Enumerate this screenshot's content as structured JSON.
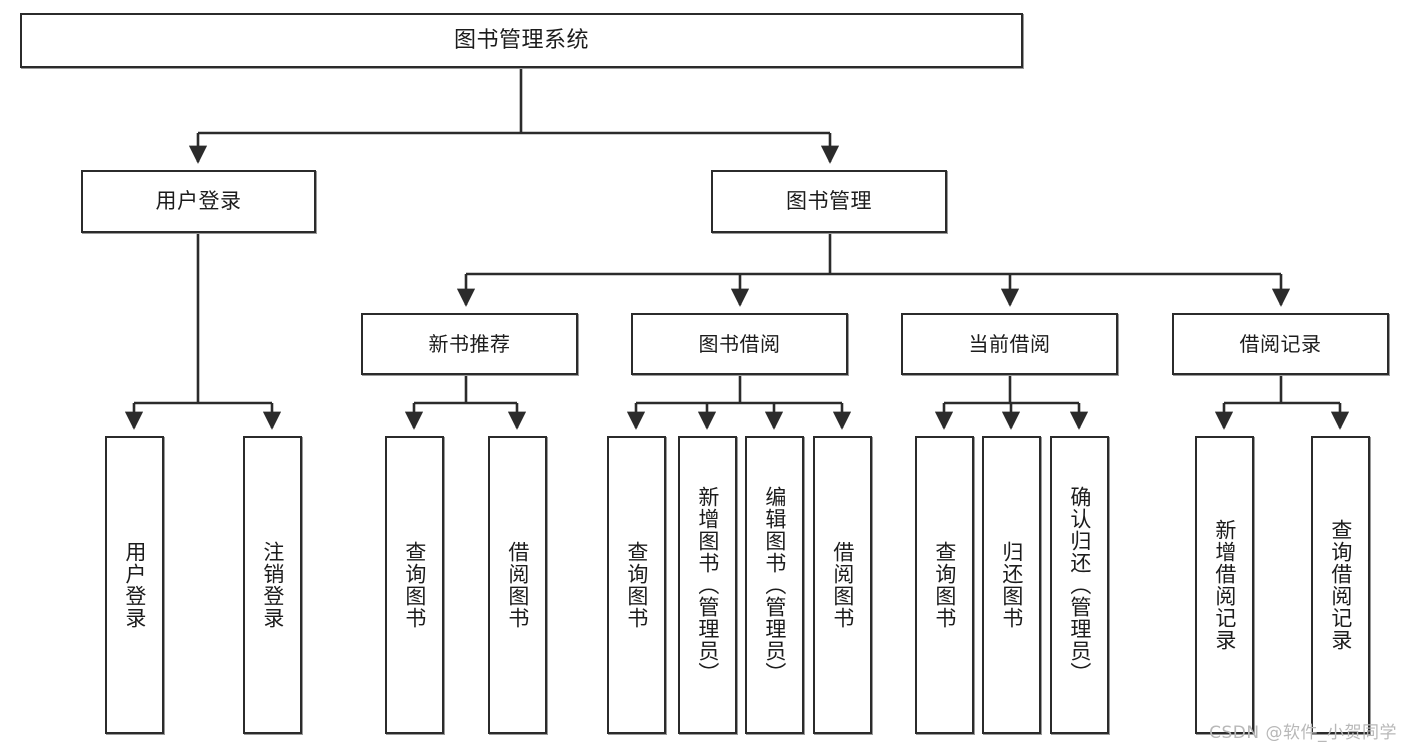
{
  "diagram": {
    "title": "图书管理系统",
    "watermark": "CSDN @软件_小贺同学",
    "line_color": "#2b2b2b",
    "node_fill": "#ffffff",
    "node_border": "#2b2b2b",
    "text_color": "#1c1c1c",
    "nodes": {
      "root": {
        "label": "图书管理系统"
      },
      "user_login": {
        "label": "用户登录"
      },
      "book_manage": {
        "label": "图书管理"
      },
      "new_book_rec": {
        "label": "新书推荐"
      },
      "book_borrow": {
        "label": "图书借阅"
      },
      "current_borrow": {
        "label": "当前借阅"
      },
      "borrow_record": {
        "label": "借阅记录"
      },
      "leaf_user_login": {
        "label": "用户登录"
      },
      "leaf_logout": {
        "label": "注销登录"
      },
      "leaf_query_book_1": {
        "label": "查询图书"
      },
      "leaf_borrow_book_1": {
        "label": "借阅图书"
      },
      "leaf_query_book_2": {
        "label": "查询图书"
      },
      "leaf_add_book": {
        "label": "新增图书（管理员）"
      },
      "leaf_edit_book": {
        "label": "编辑图书（管理员）"
      },
      "leaf_borrow_book_2": {
        "label": "借阅图书"
      },
      "leaf_query_book_3": {
        "label": "查询图书"
      },
      "leaf_return_book": {
        "label": "归还图书"
      },
      "leaf_confirm_return": {
        "label": "确认归还（管理员）"
      },
      "leaf_add_record": {
        "label": "新增借阅记录"
      },
      "leaf_query_record": {
        "label": "查询借阅记录"
      }
    }
  },
  "chart_data": {
    "type": "diagram",
    "subtype": "tree-hierarchy",
    "title": "图书管理系统",
    "orientation": "top-down",
    "edge_style": "orthogonal-with-arrowheads",
    "levels": 4,
    "tree": {
      "label": "图书管理系统",
      "children": [
        {
          "label": "用户登录",
          "children": [
            {
              "label": "用户登录",
              "children": []
            },
            {
              "label": "注销登录",
              "children": []
            }
          ]
        },
        {
          "label": "图书管理",
          "children": [
            {
              "label": "新书推荐",
              "children": [
                {
                  "label": "查询图书",
                  "children": []
                },
                {
                  "label": "借阅图书",
                  "children": []
                }
              ]
            },
            {
              "label": "图书借阅",
              "children": [
                {
                  "label": "查询图书",
                  "children": []
                },
                {
                  "label": "新增图书（管理员）",
                  "children": []
                },
                {
                  "label": "编辑图书（管理员）",
                  "children": []
                },
                {
                  "label": "借阅图书",
                  "children": []
                }
              ]
            },
            {
              "label": "当前借阅",
              "children": [
                {
                  "label": "查询图书",
                  "children": []
                },
                {
                  "label": "归还图书",
                  "children": []
                },
                {
                  "label": "确认归还（管理员）",
                  "children": []
                }
              ]
            },
            {
              "label": "借阅记录",
              "children": [
                {
                  "label": "新增借阅记录",
                  "children": []
                },
                {
                  "label": "查询借阅记录",
                  "children": []
                }
              ]
            }
          ]
        }
      ]
    },
    "node_count": 20,
    "leaf_count": 13
  }
}
